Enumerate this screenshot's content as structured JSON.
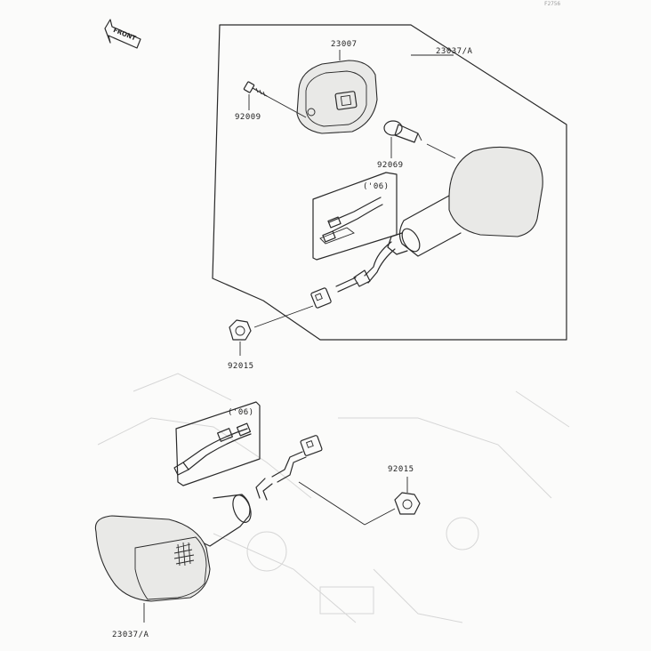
{
  "diagram": {
    "corner_code": "F2756",
    "front_arrow_label": "FRONT",
    "parts": {
      "lamp_body": "23007",
      "screw": "92009",
      "bulb": "92069",
      "assembly_upper": "23037/A",
      "nut_upper": "92015",
      "nut_lower": "92015",
      "assembly_lower": "23037/A"
    },
    "year_notes": {
      "upper": "('06)",
      "lower": "('06)"
    }
  }
}
